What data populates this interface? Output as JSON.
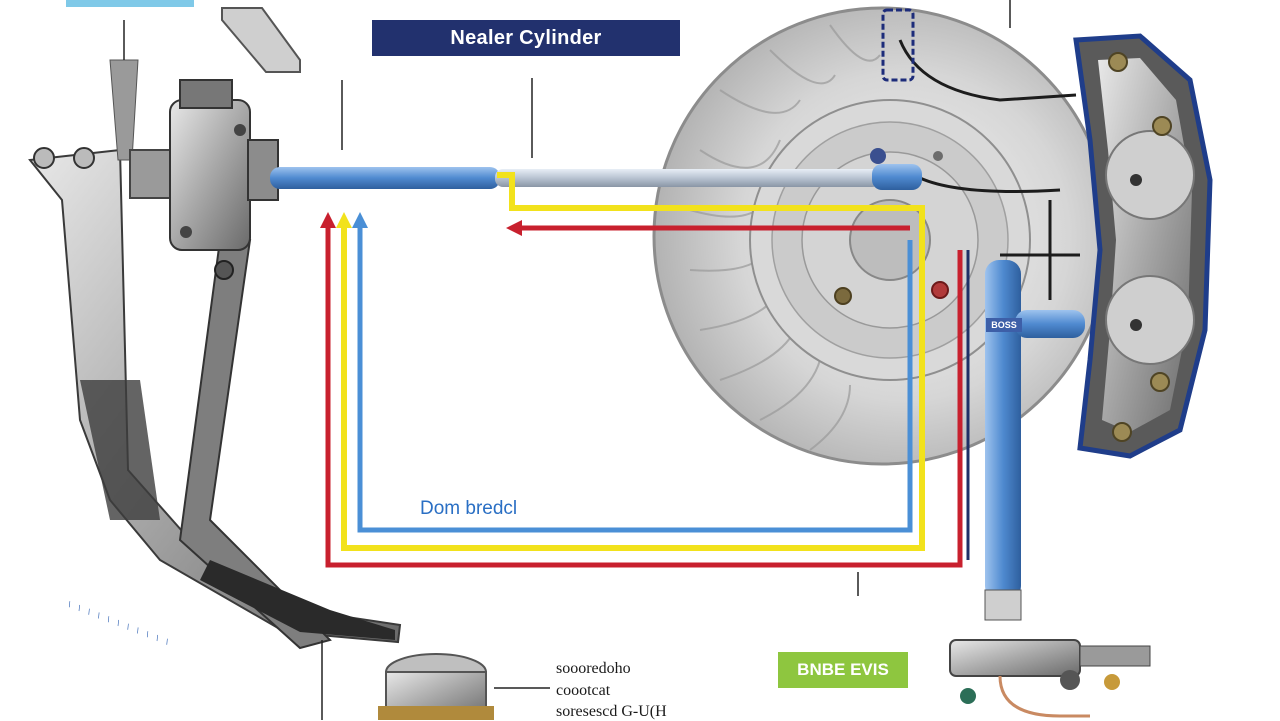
{
  "diagram": {
    "title": "Nealer Cylinder",
    "pedal_label": "Dom bredcl",
    "module_label": "BNBE EVIS",
    "joint_tag": "BOSS",
    "ruler_label": "\\ \\ \\ \\ \\ \\ \\ \\ \\ \\ \\",
    "captions": [
      "soooredoho",
      "coootcat",
      "soresescd G-U(H"
    ]
  },
  "colors": {
    "header_bg": "#22316e",
    "line_blue": "#4a8fd6",
    "line_yellow": "#f2e21c",
    "line_red": "#c8202e",
    "module_green": "#8ec63f",
    "pipe_blue": "#5b93d3"
  },
  "icons": {
    "pedal": "brake-pedal-icon",
    "master_cylinder": "master-cylinder-icon",
    "rotor": "brake-rotor-icon",
    "caliper": "brake-caliper-icon",
    "valve": "valve-assembly-icon",
    "reservoir": "reservoir-icon"
  }
}
